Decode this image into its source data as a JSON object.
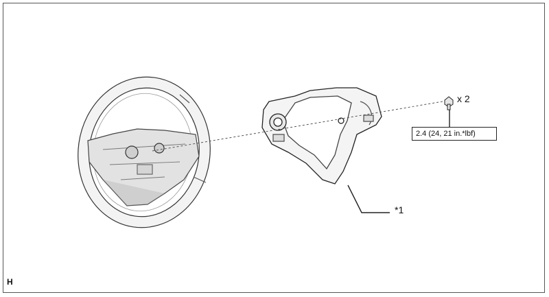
{
  "diagram": {
    "quantity_label": "x 2",
    "torque_spec": "2.4 (24, 21 in.*lbf)",
    "callout_label": "*1",
    "corner_mark": "H"
  },
  "icons": [
    "steering-wheel-icon",
    "steering-pad-icon",
    "screw-icon"
  ]
}
